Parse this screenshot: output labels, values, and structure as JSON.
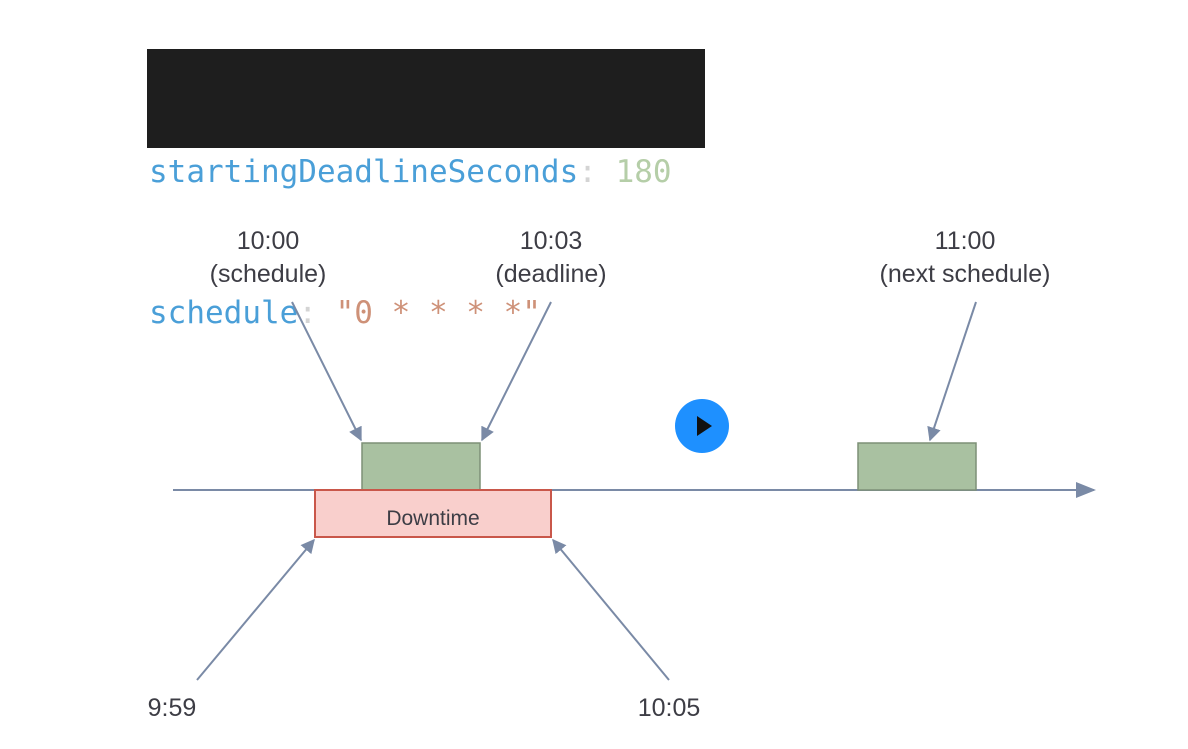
{
  "code": {
    "line1_key": "startingDeadlineSeconds",
    "line1_sep": ": ",
    "line1_value": "180",
    "line2_key": "schedule",
    "line2_sep": ": ",
    "line2_value": "\"0 * * * *\""
  },
  "diagram": {
    "schedule_time": "10:00",
    "schedule_note": "(schedule)",
    "deadline_time": "10:03",
    "deadline_note": "(deadline)",
    "next_time": "11:00",
    "next_note": "(next schedule)",
    "downtime_label": "Downtime",
    "downtime_start": "9:59",
    "downtime_end": "10:05"
  },
  "colors": {
    "code_background": "#1e1e1e",
    "code_key": "#4a9fd8",
    "code_number": "#b5cea8",
    "code_string": "#ce9178",
    "job_fill": "#a9c1a1",
    "downtime_fill": "#f9cfcc",
    "downtime_border": "#c9574a",
    "arrow": "#7a8aa6",
    "play_button": "#1e90ff"
  },
  "icons": {
    "play": "play-icon"
  }
}
